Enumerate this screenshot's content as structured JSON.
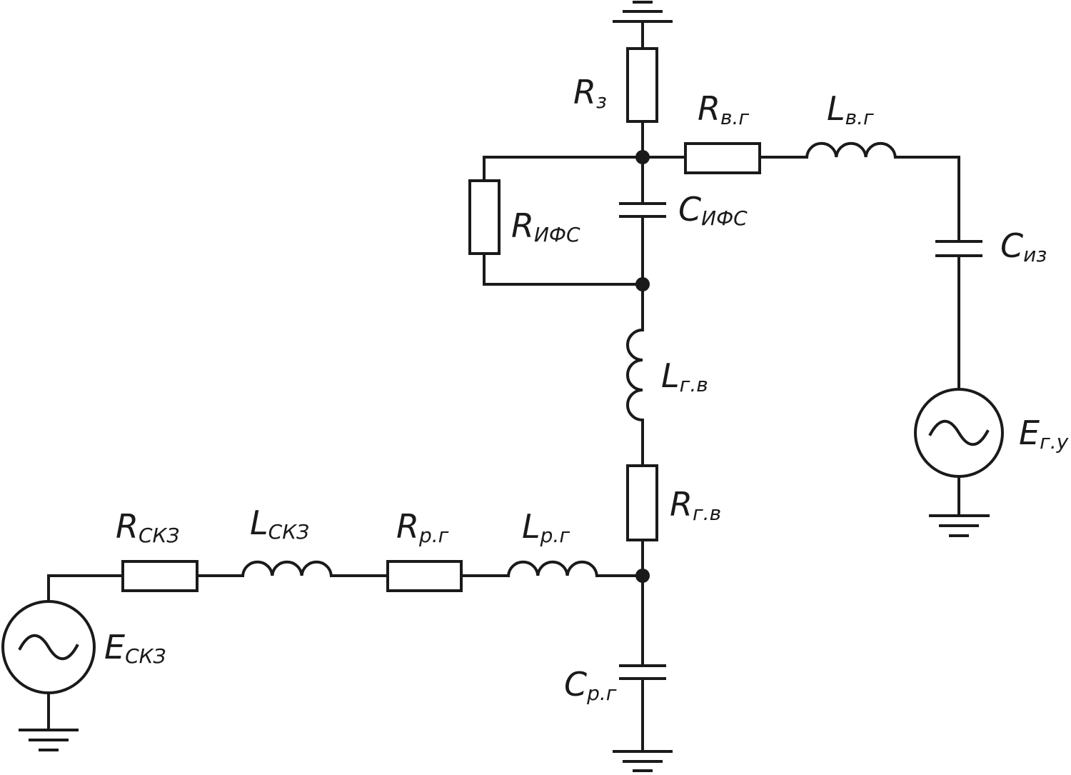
{
  "labels": {
    "r_z": {
      "main": "R",
      "sub": "з"
    },
    "r_vg": {
      "main": "R",
      "sub": "в.г"
    },
    "l_vg": {
      "main": "L",
      "sub": "в.г"
    },
    "c_ifs": {
      "main": "C",
      "sub": "ИФС"
    },
    "r_ifs": {
      "main": "R",
      "sub": "ИФС"
    },
    "c_iz": {
      "main": "C",
      "sub": "из"
    },
    "l_gv": {
      "main": "L",
      "sub": "г.в"
    },
    "e_gu": {
      "main": "E",
      "sub": "г.у"
    },
    "r_gv": {
      "main": "R",
      "sub": "г.в"
    },
    "r_skz": {
      "main": "R",
      "sub": "СКЗ"
    },
    "l_skz": {
      "main": "L",
      "sub": "СКЗ"
    },
    "r_rg": {
      "main": "R",
      "sub": "р.г"
    },
    "l_rg": {
      "main": "L",
      "sub": "р.г"
    },
    "e_skz": {
      "main": "E",
      "sub": "СКЗ"
    },
    "c_rg": {
      "main": "C",
      "sub": "р.г"
    }
  }
}
